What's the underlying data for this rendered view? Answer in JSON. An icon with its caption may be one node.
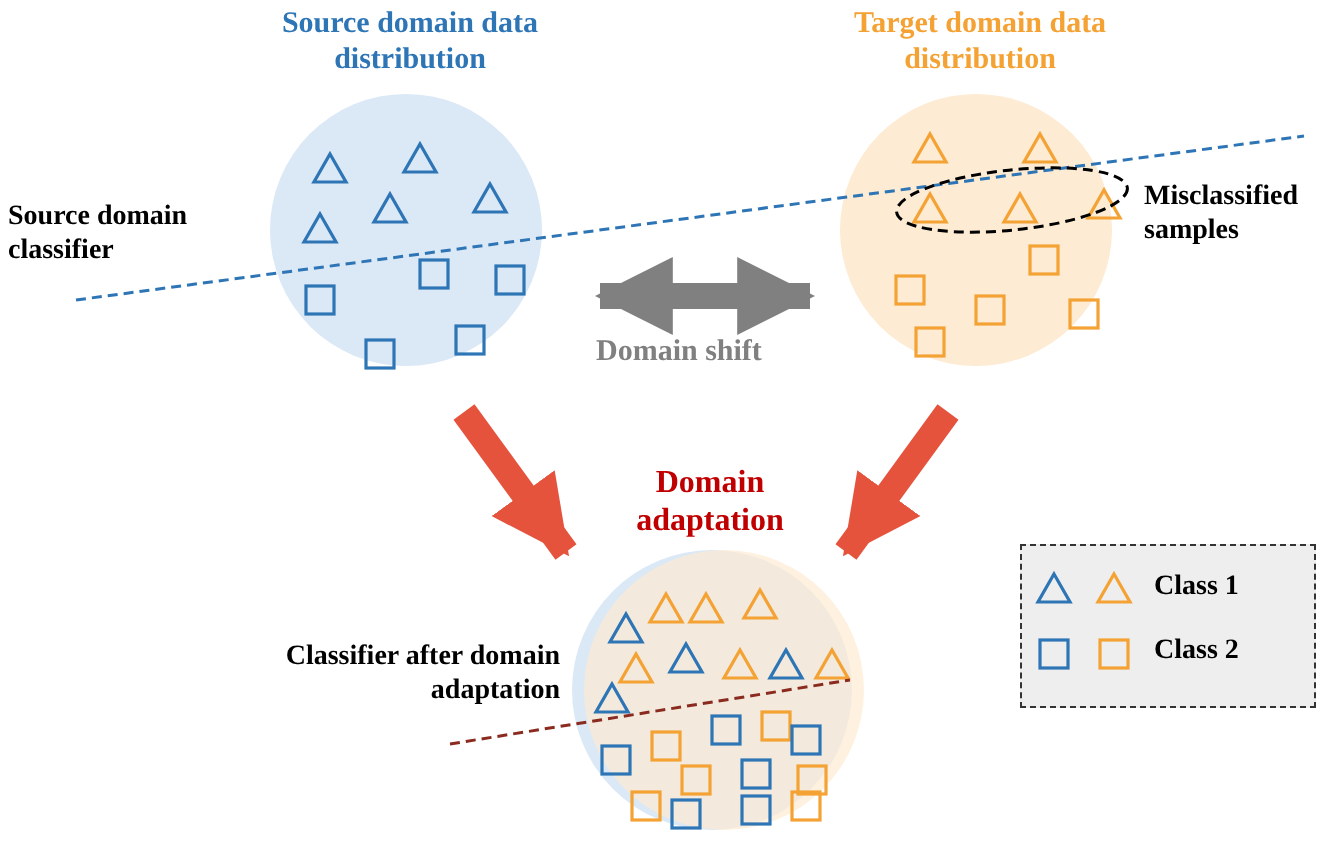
{
  "diagram": {
    "nodes": [
      {
        "text": [
          "Source domain data distribution"
        ]
      },
      {
        "text": [
          "Target domain data distribution"
        ]
      },
      {
        "text": [],
        "shape": "circle"
      },
      {
        "text": [],
        "shape": "ellipse",
        "beside": [
          "Misclassified samples"
        ]
      }
    ],
    "edges": [
      {
        "from": 0,
        "to": 1,
        "arrow": "both",
        "label": "Domain shift",
        "color": "#808080"
      },
      {
        "from": 0,
        "to": 2,
        "arrow": "to"
      },
      {
        "from": 1,
        "to": 2,
        "arrow": "to"
      }
    ],
    "labels": [
      "Source domain classifier",
      "Domain adaptation",
      "Classifier after domain adaptation"
    ],
    "legend": [
      {
        "text": "Class 1"
      },
      {
        "text": "Class 2"
      }
    ]
  }
}
